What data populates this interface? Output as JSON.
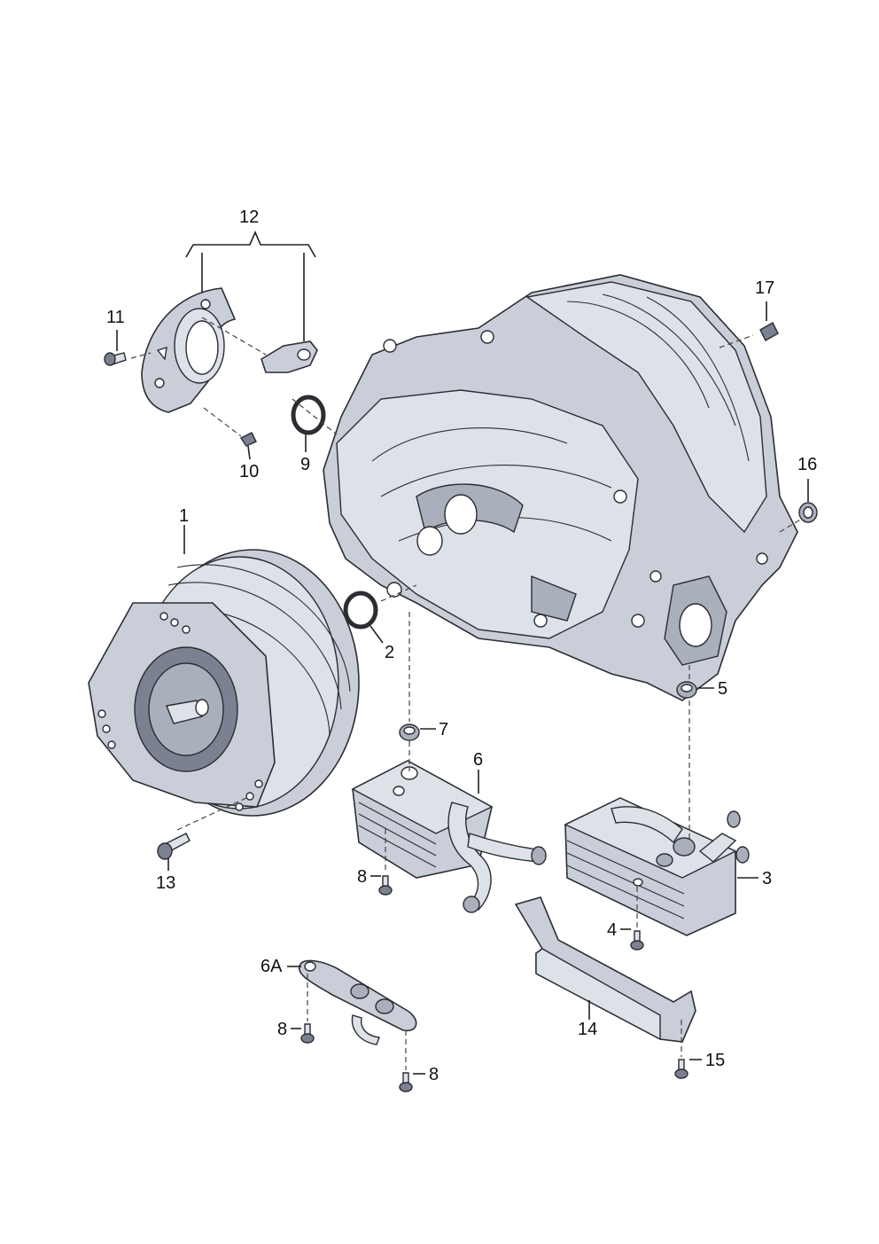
{
  "labels": {
    "p1": "1",
    "p2": "2",
    "p3": "3",
    "p4": "4",
    "p5": "5",
    "p6": "6",
    "p6a": "6A",
    "p7": "7",
    "p8a": "8",
    "p8b": "8",
    "p8c": "8",
    "p9": "9",
    "p10": "10",
    "p11": "11",
    "p12": "12",
    "p13": "13",
    "p14": "14",
    "p15": "15",
    "p16": "16",
    "p17": "17"
  }
}
